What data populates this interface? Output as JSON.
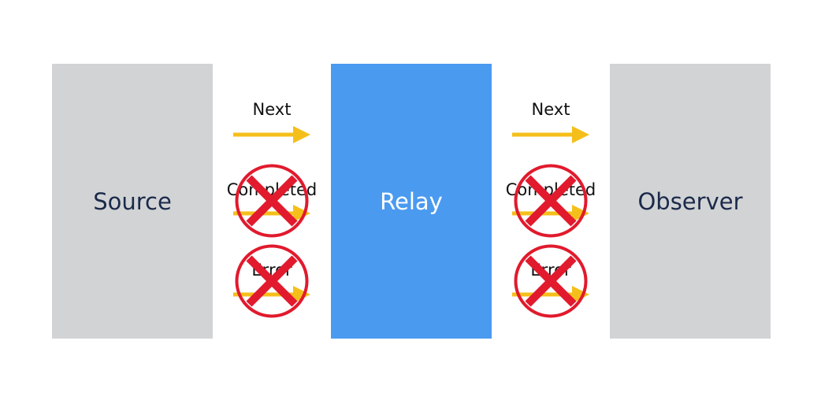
{
  "colors": {
    "node_gray": "#d2d3d5",
    "node_relay": "#4a9af0",
    "arrow": "#f5bf1b",
    "cross": "#e11a2d",
    "text_dark": "#1b2a4a",
    "text_light": "#ffffff"
  },
  "nodes": [
    {
      "label": "Source"
    },
    {
      "label": "Relay"
    },
    {
      "label": "Observer"
    }
  ],
  "channels": [
    {
      "events": [
        {
          "label": "Next",
          "blocked": false
        },
        {
          "label": "Completed",
          "blocked": true
        },
        {
          "label": "Error",
          "blocked": true
        }
      ]
    },
    {
      "events": [
        {
          "label": "Next",
          "blocked": false
        },
        {
          "label": "Completed",
          "blocked": true
        },
        {
          "label": "Error",
          "blocked": true
        }
      ]
    }
  ],
  "icons": {
    "arrow": "arrow-right-icon",
    "blocked": "prohibited-icon"
  }
}
